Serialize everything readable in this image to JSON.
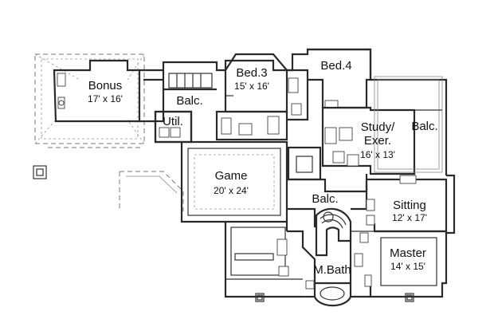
{
  "rooms": {
    "bonus": {
      "name": "Bonus",
      "size": "17' x 16'"
    },
    "balc1": {
      "name": "Balc."
    },
    "util": {
      "name": "Util."
    },
    "bed3": {
      "name": "Bed.3",
      "size": "15' x 16'"
    },
    "bed4": {
      "name": "Bed.4"
    },
    "study": {
      "name": "Study/",
      "name2": "Exer.",
      "size": "16' x 13'"
    },
    "balc2": {
      "name": "Balc."
    },
    "game": {
      "name": "Game",
      "size": "20' x 24'"
    },
    "balc3": {
      "name": "Balc."
    },
    "sitting": {
      "name": "Sitting",
      "size": "12' x 17'"
    },
    "master": {
      "name": "Master",
      "size": "14' x 15'"
    },
    "mbath": {
      "name": "M.Bath"
    }
  }
}
